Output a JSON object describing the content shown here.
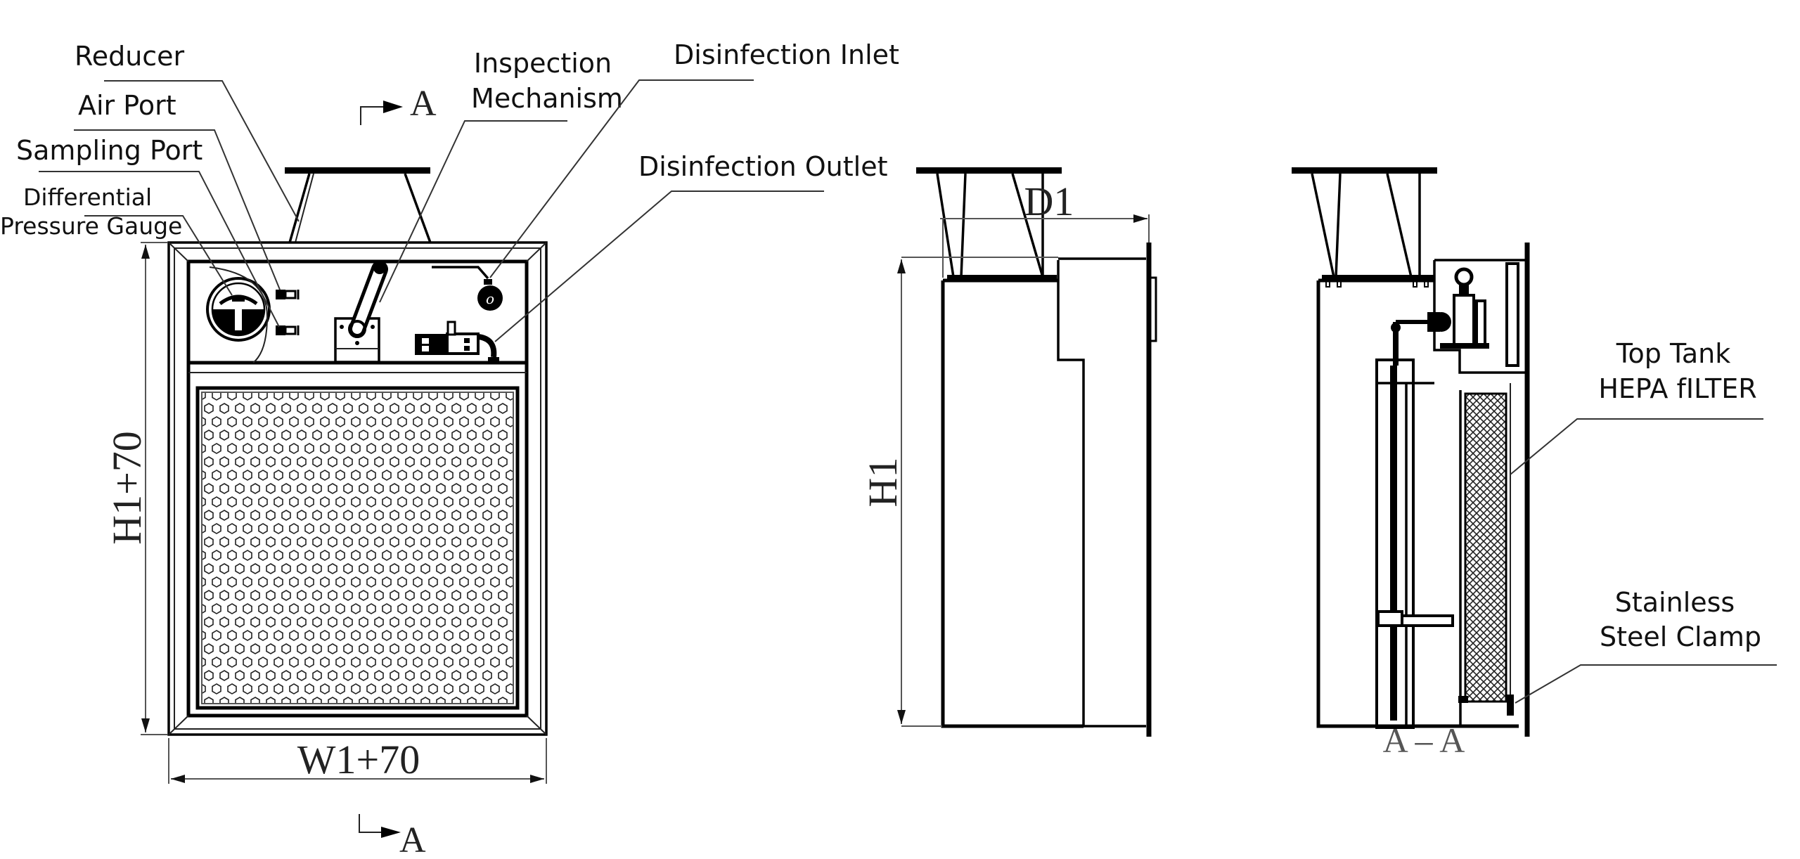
{
  "diagram": {
    "type": "technical-drawing",
    "subject": "Bag-in/bag-out HEPA filter housing with disinfection and inspection ports",
    "views": [
      {
        "name": "front-view"
      },
      {
        "name": "side-view"
      },
      {
        "name": "section-view",
        "label": "A – A"
      }
    ]
  },
  "callouts": {
    "reducer": "Reducer",
    "air_port": "Air Port",
    "sampling_port": "Sampling Port",
    "diff_gauge_line1": "Differential",
    "diff_gauge_line2": "Pressure Gauge",
    "inspection_line1": "Inspection",
    "inspection_line2": "Mechanism",
    "disinfection_inlet": "Disinfection Inlet",
    "disinfection_outlet": "Disinfection Outlet",
    "hepa_line1": "Top Tank",
    "hepa_line2": "HEPA fILTER",
    "clamp_line1": "Stainless",
    "clamp_line2": "Steel Clamp"
  },
  "dimensions": {
    "front_width": "W1+70",
    "front_height": "H1+70",
    "side_height": "H1",
    "side_depth": "D1"
  },
  "section_markers": {
    "top": "A",
    "bottom": "A",
    "section_title": "A – A"
  }
}
